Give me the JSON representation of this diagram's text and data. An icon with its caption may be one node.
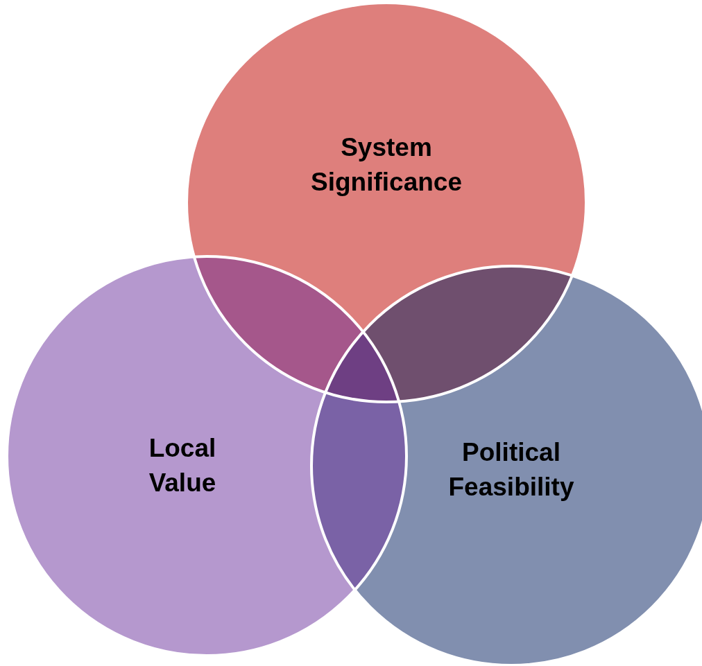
{
  "diagram": {
    "nodes": [
      {
        "text": [
          "System Significance"
        ]
      },
      {
        "text": [
          "Local Value"
        ]
      },
      {
        "text": [
          "Political Feasibility"
        ]
      }
    ],
    "edges": []
  }
}
